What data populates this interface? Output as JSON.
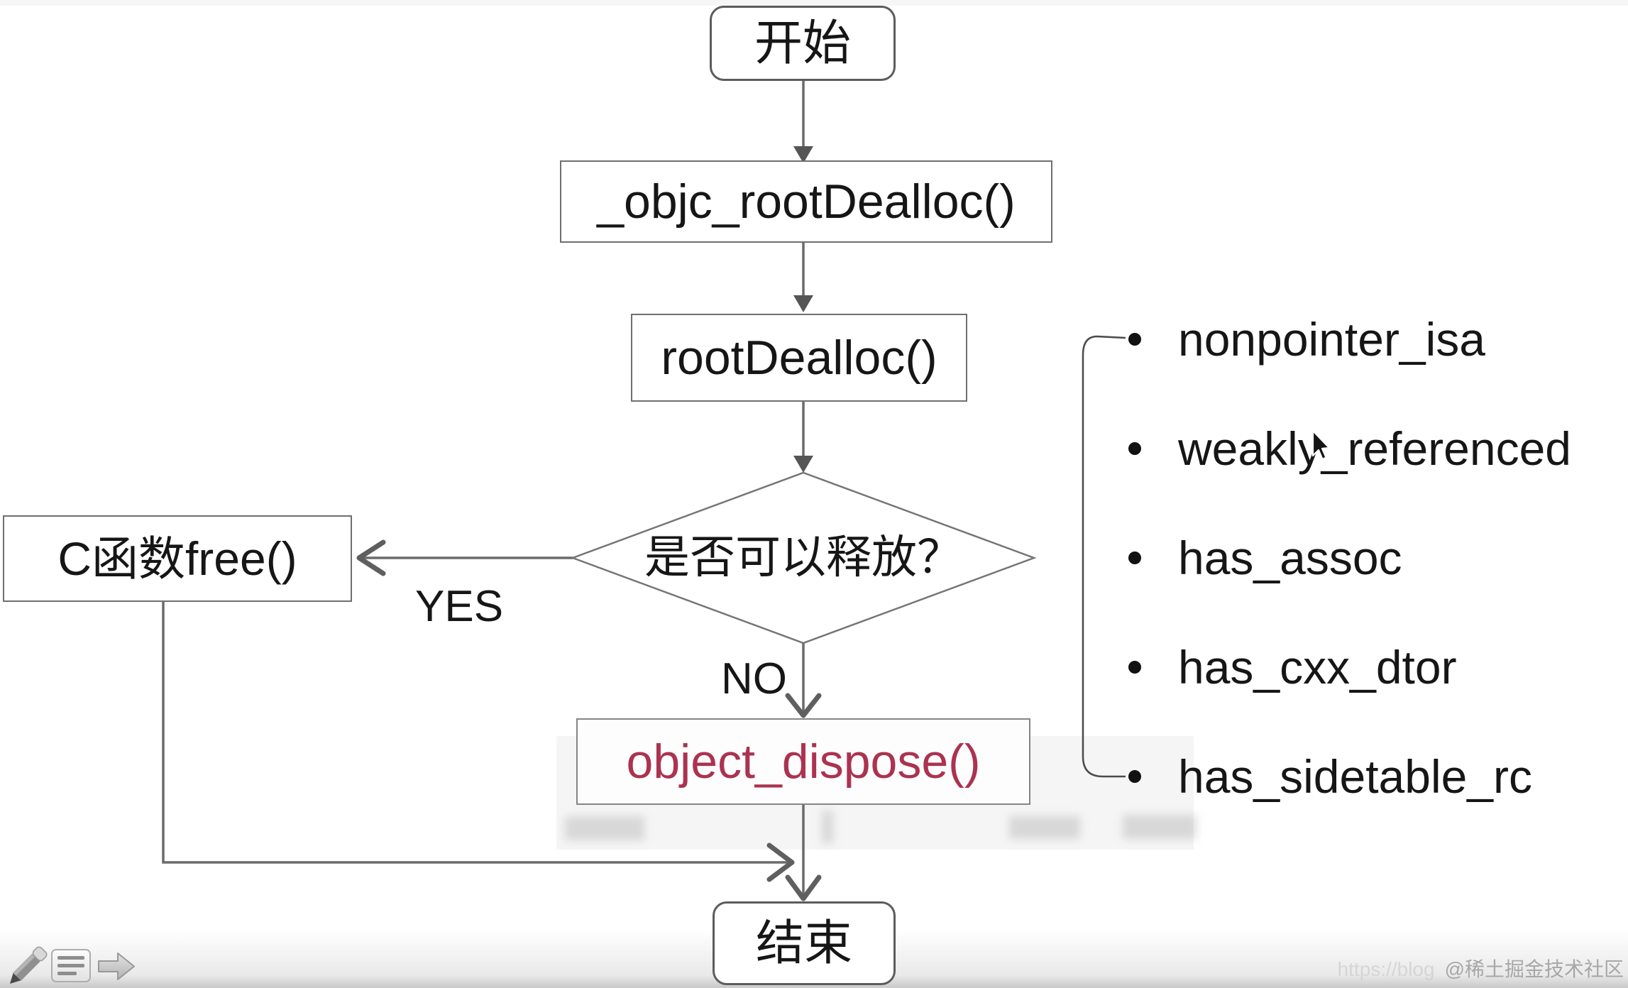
{
  "flowchart": {
    "start": "开始",
    "objc_root_dealloc": "_objc_rootDealloc()",
    "root_dealloc": "rootDealloc()",
    "decision": "是否可以释放？",
    "c_free": "C函数free()",
    "object_dispose": "object_dispose()",
    "end": "结束",
    "yes_label": "YES",
    "no_label": "NO"
  },
  "side_list": {
    "items": [
      {
        "label": "nonpointer_isa"
      },
      {
        "label": "weakly_referenced"
      },
      {
        "label": "has_assoc"
      },
      {
        "label": "has_cxx_dtor"
      },
      {
        "label": "has_sidetable_rc"
      }
    ]
  },
  "toolbar": {
    "icons": [
      "pencil-icon",
      "notes-icon",
      "next-arrow-icon"
    ]
  },
  "watermark": {
    "faint": "https://blog",
    "main": "@稀土掘金技术社区"
  },
  "colors": {
    "dispose_text": "#ab3350",
    "connector_line": "#6b6b6b",
    "box_border": "#6f6f6f",
    "text": "#161616"
  }
}
